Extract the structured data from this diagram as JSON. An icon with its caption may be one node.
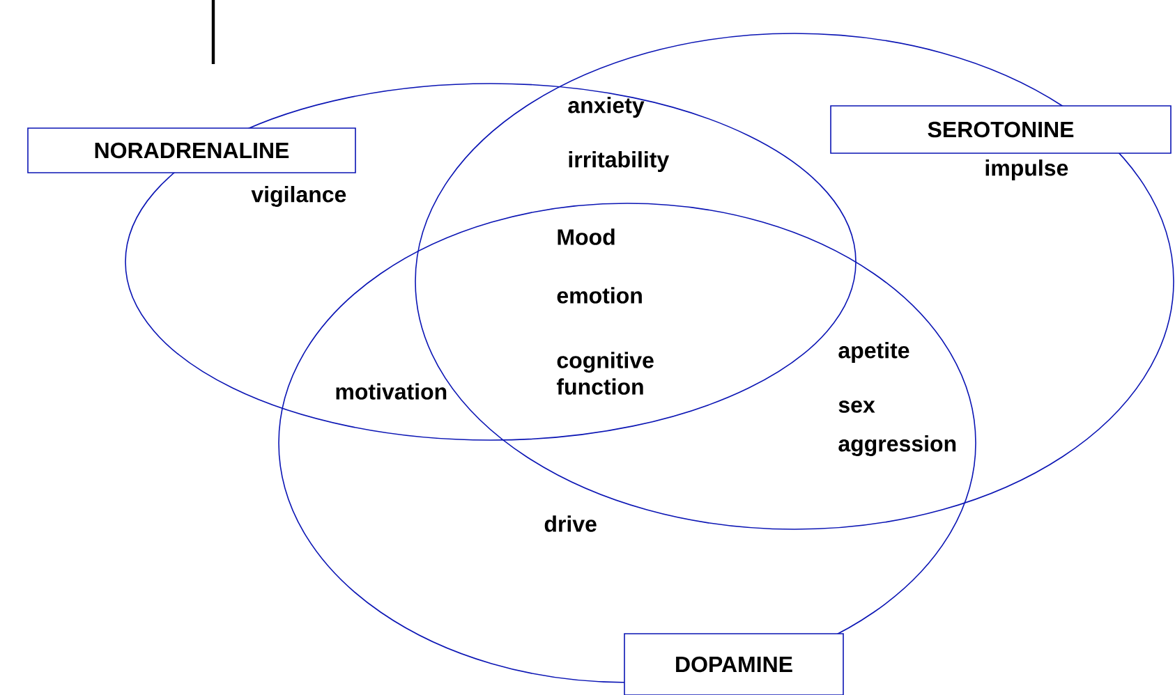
{
  "diagram": {
    "nodes": [
      {
        "text": [
          "NORADRENALINE"
        ]
      },
      {
        "text": [
          "SEROTONINE"
        ],
        "in": 4
      },
      {
        "text": [
          "DOPAMINE"
        ]
      },
      {
        "text": [],
        "shape": "ellipse"
      },
      {
        "text": [],
        "shape": "ellipse"
      },
      {
        "text": [],
        "shape": "ellipse"
      }
    ],
    "labels": [
      "anxiety",
      "irritability",
      "vigilance",
      "impulse",
      "Mood",
      "emotion",
      "cognitive function",
      "motivation",
      "apetite",
      "sex",
      "aggression",
      "drive"
    ]
  }
}
